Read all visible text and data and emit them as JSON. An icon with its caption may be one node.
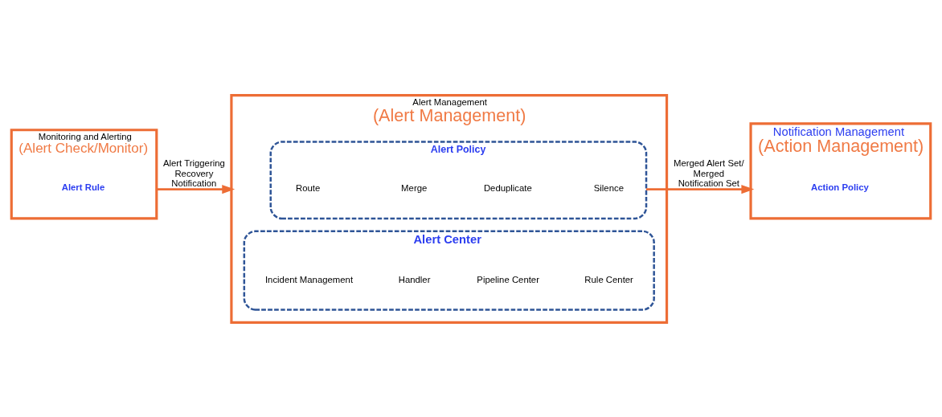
{
  "diagram": {
    "nodes": [
      {
        "text": [
          "Monitoring and Alerting",
          "(Alert Check/Monitor)"
        ]
      },
      {
        "text": [
          "Alert Rule"
        ],
        "in": 0
      },
      {
        "text": [
          "Alert Management",
          "(Alert Management)"
        ]
      },
      {
        "text": [
          "Alert Policy"
        ],
        "in": 2
      },
      {
        "text": [
          "Route"
        ],
        "in": 3
      },
      {
        "text": [
          "Merge"
        ],
        "in": 3
      },
      {
        "text": [
          "Deduplicate"
        ],
        "in": 3
      },
      {
        "text": [
          "Silence"
        ],
        "in": 3
      },
      {
        "text": [
          "Alert Center"
        ],
        "in": 2
      },
      {
        "text": [
          "Incident Management"
        ],
        "in": 8
      },
      {
        "text": [
          "Handler"
        ],
        "in": 8
      },
      {
        "text": [
          "Pipeline Center"
        ],
        "in": 8
      },
      {
        "text": [
          "Rule Center"
        ],
        "in": 8
      },
      {
        "text": [
          "Notification Management",
          "(Action Management)"
        ]
      },
      {
        "text": [
          "Action Policy"
        ],
        "in": 13
      }
    ],
    "edges": [
      {
        "from": 0,
        "to": 2,
        "arrow": "to",
        "label": "Alert Triggering Recovery Notification"
      },
      {
        "from": 3,
        "to": 13,
        "arrow": "to",
        "label": "Merged Alert Set/ Merged Notification Set"
      }
    ]
  }
}
